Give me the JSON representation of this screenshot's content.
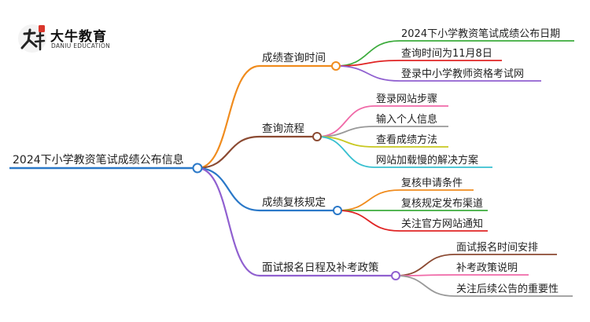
{
  "logo": {
    "name_cn": "大牛教育",
    "name_en": "DANIU EDUCATION"
  },
  "mindmap": {
    "root": "2024下小学教资笔试成绩公布信息",
    "branches": [
      {
        "label": "成绩查询时间",
        "color": "#f08c1e",
        "children": [
          {
            "label": "2024下小学教资笔试成绩公布日期",
            "color": "#3cab3c"
          },
          {
            "label": "查询时间为11月8日",
            "color": "#e02424"
          },
          {
            "label": "登录中小学教师资格考试网",
            "color": "#9060d0"
          }
        ]
      },
      {
        "label": "查询流程",
        "color": "#8b4a32",
        "children": [
          {
            "label": "登录网站步骤",
            "color": "#f06aa8"
          },
          {
            "label": "输入个人信息",
            "color": "#999999"
          },
          {
            "label": "查看成绩方法",
            "color": "#c8c820"
          },
          {
            "label": "网站加载慢的解决方案",
            "color": "#38c0d0"
          }
        ]
      },
      {
        "label": "成绩复核规定",
        "color": "#2a78c8",
        "children": [
          {
            "label": "复核申请条件",
            "color": "#f08c1e"
          },
          {
            "label": "复核规定发布渠道",
            "color": "#3cab3c"
          },
          {
            "label": "关注官方网站通知",
            "color": "#e02424"
          }
        ]
      },
      {
        "label": "面试报名日程及补考政策",
        "color": "#9060d0",
        "children": [
          {
            "label": "面试报名时间安排",
            "color": "#8b4a32"
          },
          {
            "label": "补考政策说明",
            "color": "#f06aa8"
          },
          {
            "label": "关注后续公告的重要性",
            "color": "#999999"
          }
        ]
      }
    ]
  }
}
